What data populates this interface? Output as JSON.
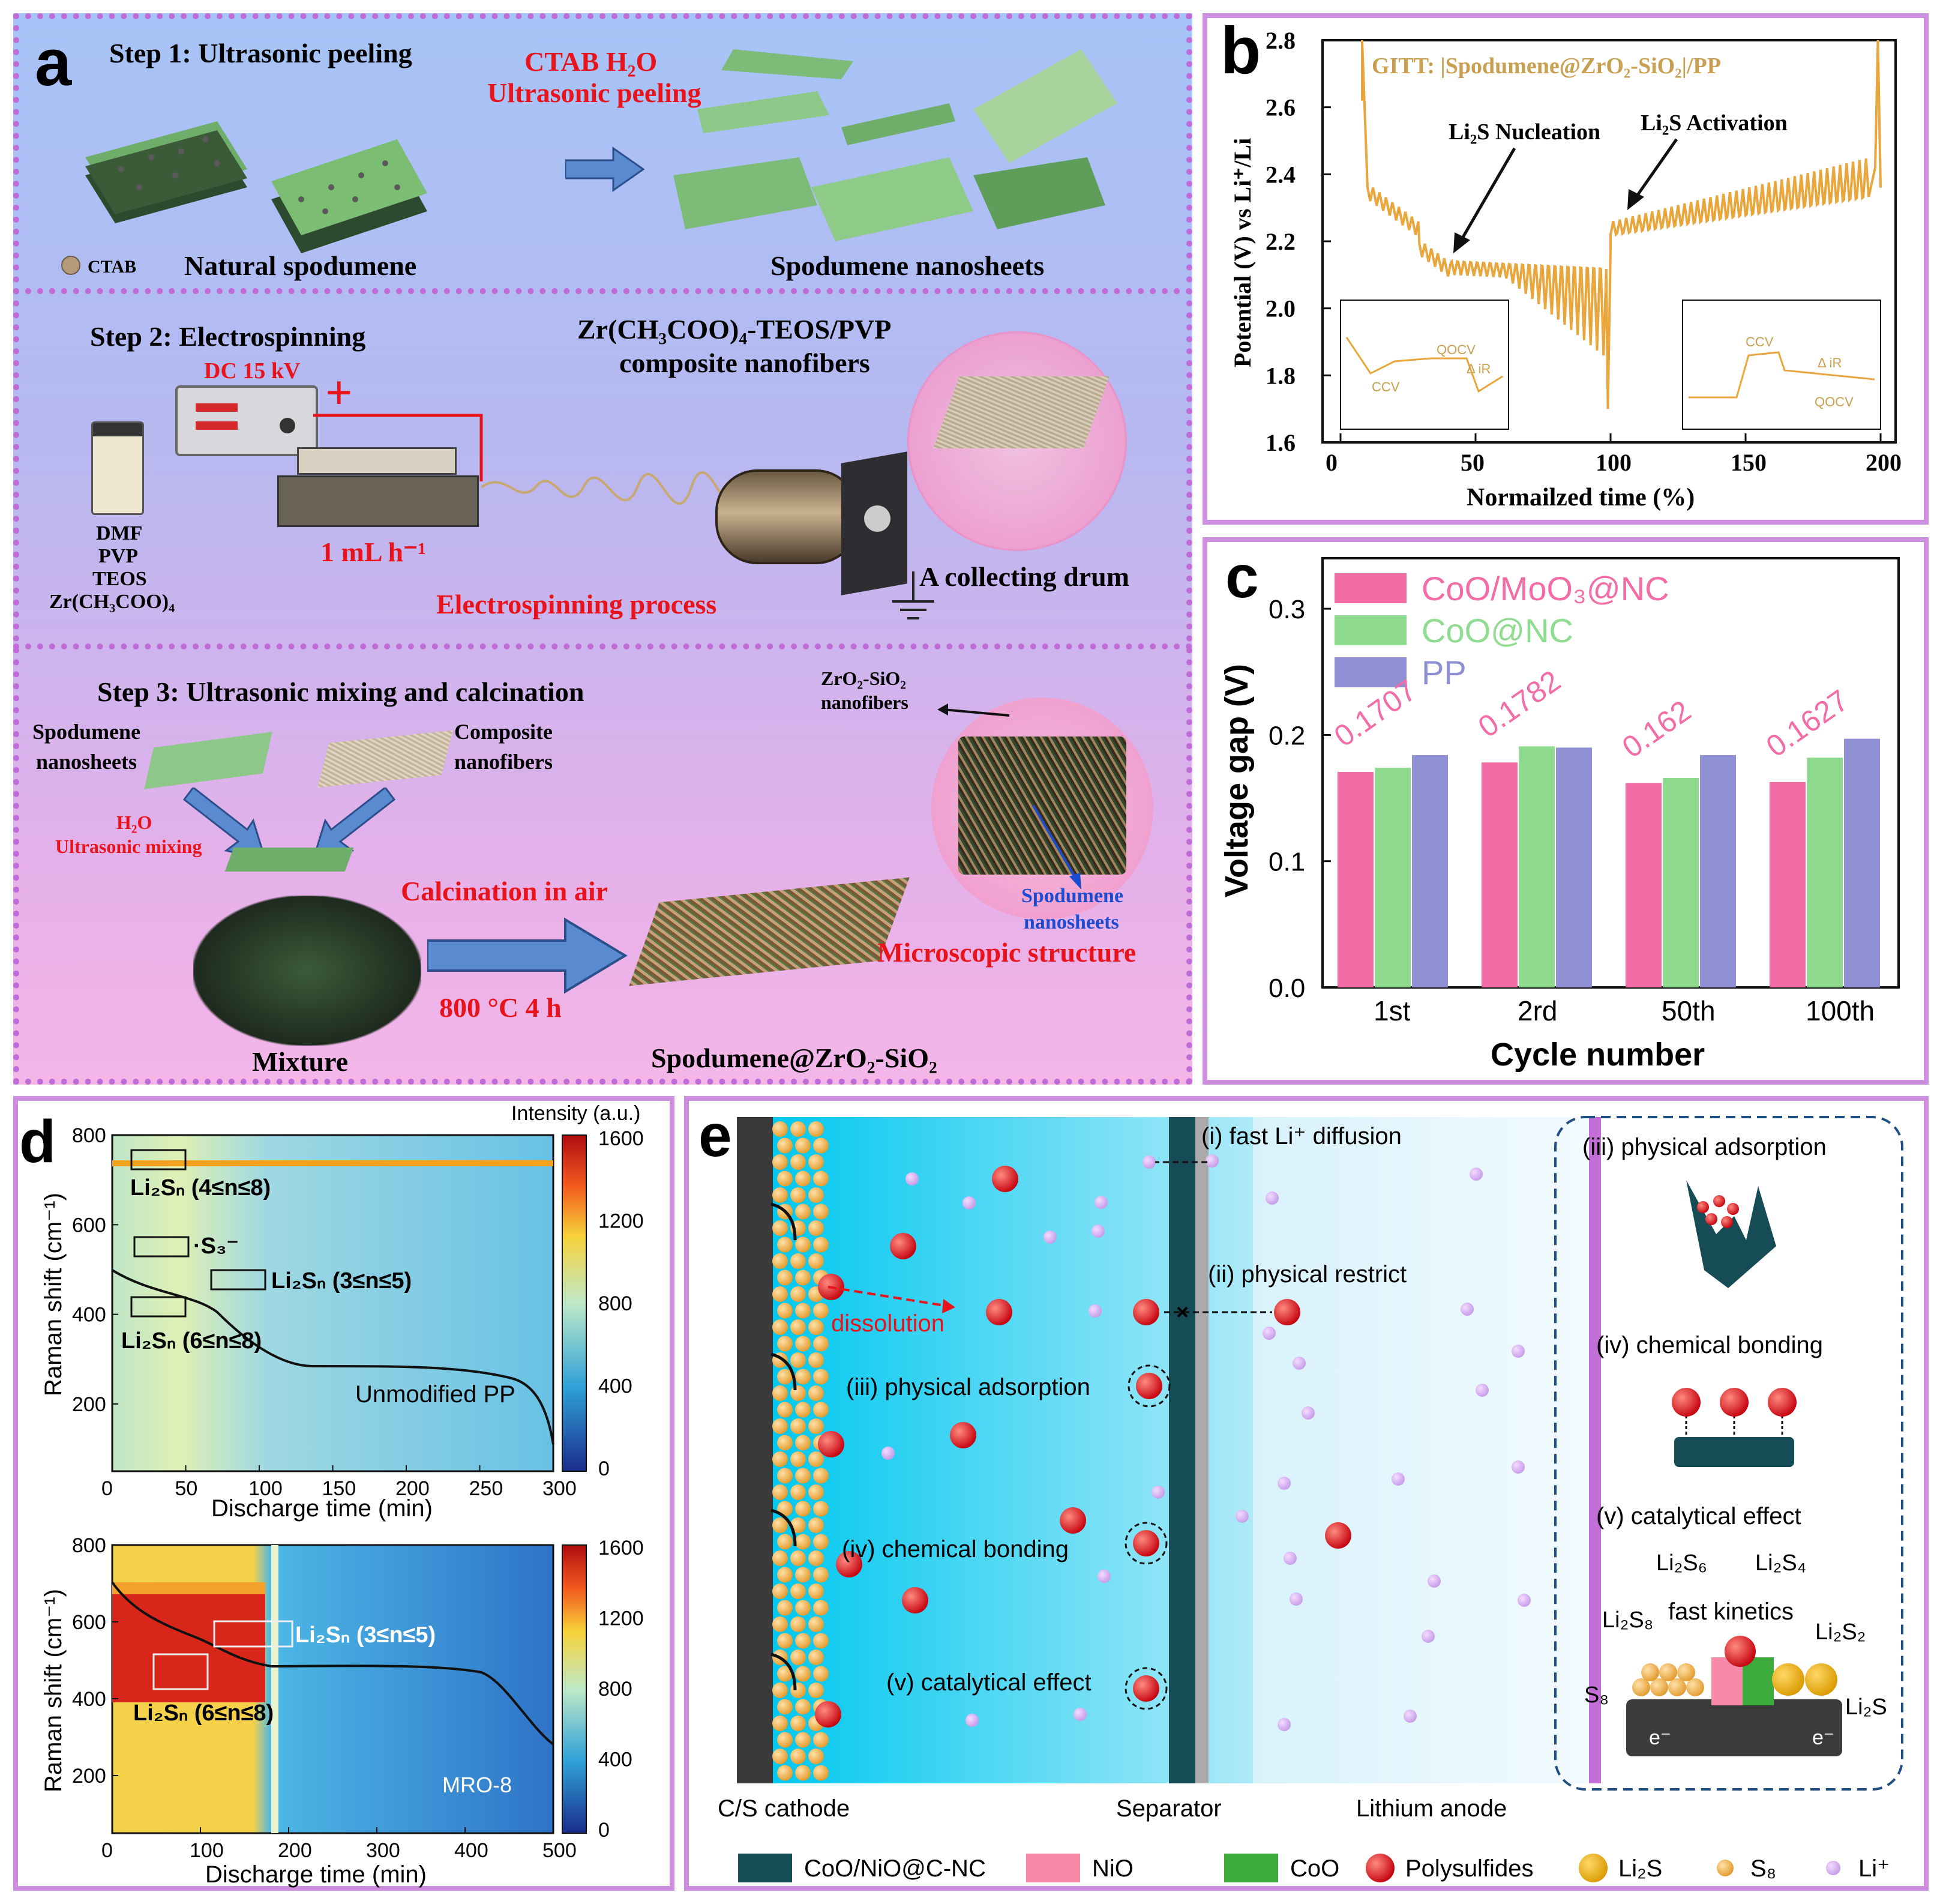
{
  "panel_a": {
    "label": "a",
    "step1": {
      "title": "Step 1: Ultrasonic peeling",
      "reagent": "CTAB H₂O",
      "process": "Ultrasonic peeling",
      "legend": "CTAB",
      "left_caption": "Natural spodumene",
      "right_caption": "Spodumene nanosheets"
    },
    "step2": {
      "title": "Step 2: Electrospinning",
      "voltage": "DC 15 kV",
      "plus": "+",
      "rate": "1 mL h⁻¹",
      "solution": [
        "DMF",
        "PVP",
        "TEOS",
        "Zr(CH₃COO)₄"
      ],
      "fiber_title_1": "Zr(CH₃COO)₄-TEOS/PVP",
      "fiber_title_2": "composite nanofibers",
      "process": "Electrospinning process",
      "drum": "A collecting drum"
    },
    "step3": {
      "title": "Step 3: Ultrasonic mixing and calcination",
      "left_in_1": "Spodumene",
      "left_in_2": "nanosheets",
      "right_in_1": "Composite",
      "right_in_2": "nanofibers",
      "water": "H₂O",
      "mixing": "Ultrasonic mixing",
      "calcination": "Calcination in air",
      "condition": "800 °C 4 h",
      "mixture": "Mixture",
      "product": "Spodumene@ZrO₂-SiO₂",
      "zr_fibers_1": "ZrO₂-SiO₂",
      "zr_fibers_2": "nanofibers",
      "nanosheets_1": "Spodumene",
      "nanosheets_2": "nanosheets",
      "micro": "Microscopic structure"
    }
  },
  "panel_b": {
    "label": "b",
    "title": "GITT: |Spodumene@ZrO₂-SiO₂|/PP",
    "annotation_1": "Li₂S Nucleation",
    "annotation_2": "Li₂S Activation",
    "xlabel": "Normailzed time (%)",
    "ylabel": "Potential (V) vs Li⁺/Li",
    "xticks": [
      "0",
      "50",
      "100",
      "150",
      "200"
    ],
    "yticks": [
      "1.6",
      "1.8",
      "2.0",
      "2.2",
      "2.4",
      "2.6",
      "2.8"
    ],
    "inset_left": [
      "QOCV",
      "Δ iR",
      "CCV"
    ],
    "inset_right": [
      "CCV",
      "Δ iR",
      "QOCV"
    ]
  },
  "panel_c": {
    "label": "c",
    "chart_data": {
      "type": "bar",
      "categories": [
        "1st",
        "2rd",
        "50th",
        "100th"
      ],
      "series": [
        {
          "name": "CoO/MoO₃@NC",
          "values": [
            0.1707,
            0.1782,
            0.162,
            0.1627
          ],
          "color": "#f26ca6"
        },
        {
          "name": "CoO@NC",
          "values": [
            0.174,
            0.191,
            0.166,
            0.182
          ],
          "color": "#8fdb90"
        },
        {
          "name": "PP",
          "values": [
            0.184,
            0.19,
            0.184,
            0.197
          ],
          "color": "#8f8fd3"
        }
      ],
      "data_labels": [
        "0.1707",
        "0.1782",
        "0.162",
        "0.1627"
      ],
      "xlabel": "Cycle number",
      "ylabel": "Voltage gap (V)",
      "yticks": [
        "0.0",
        "0.1",
        "0.2",
        "0.3"
      ],
      "ylim": [
        0,
        0.34
      ]
    }
  },
  "panel_d": {
    "label": "d",
    "colorbar_title": "Intensity (a.u.)",
    "colorbar_ticks": [
      "1600",
      "1200",
      "800",
      "400",
      "0"
    ],
    "top": {
      "name": "Unmodified PP",
      "xticks": [
        "0",
        "50",
        "100",
        "150",
        "200",
        "250",
        "300"
      ],
      "yticks": [
        "800",
        "600",
        "400",
        "200"
      ],
      "lab1": "Li₂Sₙ (4≤n≤8)",
      "lab2": "·S₃⁻",
      "lab3": "Li₂Sₙ (3≤n≤5)",
      "lab4": "Li₂Sₙ (6≤n≤8)"
    },
    "bottom": {
      "name": "MRO-8",
      "xticks": [
        "0",
        "100",
        "200",
        "300",
        "400",
        "500"
      ],
      "yticks": [
        "800",
        "600",
        "400",
        "200"
      ],
      "lab1": "Li₂Sₙ (3≤n≤5)",
      "lab2": "Li₂Sₙ (6≤n≤8)"
    },
    "xlabel": "Discharge time (min)",
    "ylabel": "Raman shift (cm⁻¹)"
  },
  "panel_e": {
    "label": "e",
    "fast_diffusion": "(i) fast Li⁺ diffusion",
    "restrict": "(ii) physical restrict",
    "dissolution": "dissolution",
    "adsorption": "(iii) physical adsorption",
    "bonding": "(iv) chemical bonding",
    "catalytic": "(v) catalytical effect",
    "cathode": "C/S cathode",
    "separator": "Separator",
    "anode": "Lithium anode",
    "box_adsorption": "(iii) physical adsorption",
    "box_bonding": "(iv) chemical bonding",
    "box_catalytic": "(v) catalytical effect",
    "cycle": [
      "Li₂S₆",
      "Li₂S₄",
      "Li₂S₈",
      "Li₂S₂",
      "S₈",
      "Li₂S"
    ],
    "fast_kinetics": "fast kinetics",
    "electron": "e⁻",
    "legend": [
      "CoO/NiO@C-NC",
      "NiO",
      "CoO",
      "Polysulfides",
      "Li₂S",
      "S₈",
      "Li⁺"
    ]
  }
}
